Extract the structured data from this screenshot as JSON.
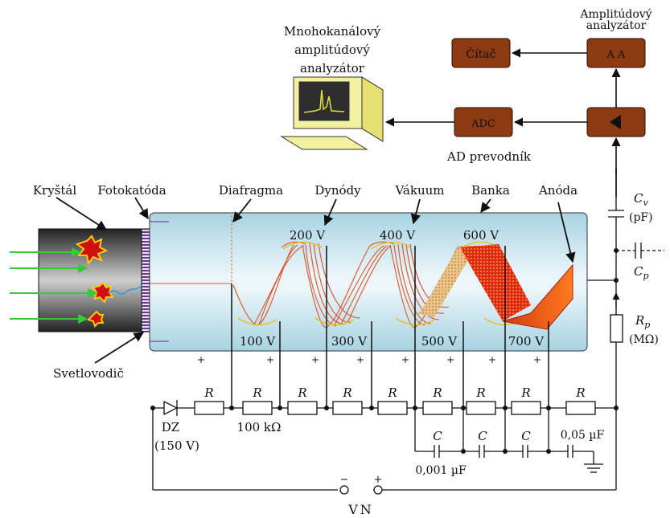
{
  "labels": {
    "multichannel_line1": "Mnohokanálový",
    "multichannel_line2": "amplitúdový",
    "multichannel_line3": "analyzátor",
    "amplitude_analyzer_line1": "Amplitúdový",
    "amplitude_analyzer_line2": "analyzátor",
    "counter": "Čítač",
    "aa": "A A",
    "adc": "ADC",
    "ad_converter": "AD prevodník",
    "crystal": "Kryštál",
    "photocathode": "Fotokatóda",
    "diaphragm": "Diafragma",
    "dynodes": "Dynódy",
    "vacuum": "Vákuum",
    "bulb": "Banka",
    "anode": "Anóda",
    "light_guide": "Svetlovodič",
    "cv_symbol": "C",
    "cv_sub": "v",
    "cv_unit": "(pF)",
    "cp_symbol": "C",
    "cp_sub": "p",
    "rp_symbol": "R",
    "rp_sub": "p",
    "rp_unit": "(MΩ)",
    "dz": "DZ",
    "dz_value": "(150 V)",
    "r_symbol": "R",
    "r_value": "100 kΩ",
    "c_symbol": "C",
    "c_value": "0,001 µF",
    "c_big_value": "0,05 µF",
    "power": "VN",
    "plus": "+",
    "minus": "−"
  },
  "dynode_voltages_top": [
    "200 V",
    "400 V",
    "600 V"
  ],
  "dynode_voltages_bottom": [
    "100 V",
    "300 V",
    "500 V",
    "700 V"
  ],
  "colors": {
    "box_fill": "#8b3a12",
    "tube_fill": "#bfe0ea",
    "dynode_line": "#e0502a",
    "wire": "#111111"
  }
}
